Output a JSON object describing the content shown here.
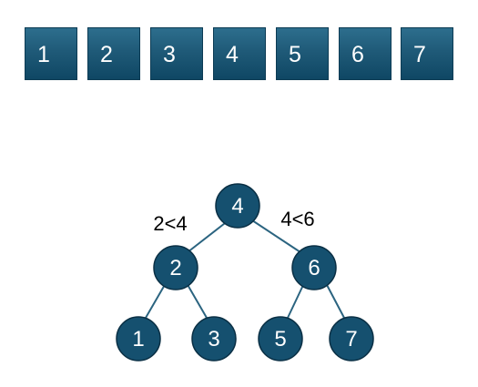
{
  "array": {
    "colors": {
      "fill": "#1f5a78",
      "text": "#ffffff"
    },
    "cells": [
      {
        "label": "1"
      },
      {
        "label": "2"
      },
      {
        "label": "3"
      },
      {
        "label": "4"
      },
      {
        "label": "5"
      },
      {
        "label": "6"
      },
      {
        "label": "7"
      }
    ]
  },
  "tree": {
    "colors": {
      "node_fill": "#15506f",
      "edge": "#2b6480",
      "text": "#ffffff"
    },
    "nodes": [
      {
        "id": "n4",
        "label": "4"
      },
      {
        "id": "n2",
        "label": "2"
      },
      {
        "id": "n6",
        "label": "6"
      },
      {
        "id": "n1",
        "label": "1"
      },
      {
        "id": "n3",
        "label": "3"
      },
      {
        "id": "n5",
        "label": "5"
      },
      {
        "id": "n7",
        "label": "7"
      }
    ],
    "edges": [
      {
        "from": "n4",
        "to": "n2"
      },
      {
        "from": "n4",
        "to": "n6"
      },
      {
        "from": "n2",
        "to": "n1"
      },
      {
        "from": "n2",
        "to": "n3"
      },
      {
        "from": "n6",
        "to": "n5"
      },
      {
        "from": "n6",
        "to": "n7"
      }
    ],
    "annotations": {
      "left": "2<4",
      "right": "4<6"
    }
  }
}
